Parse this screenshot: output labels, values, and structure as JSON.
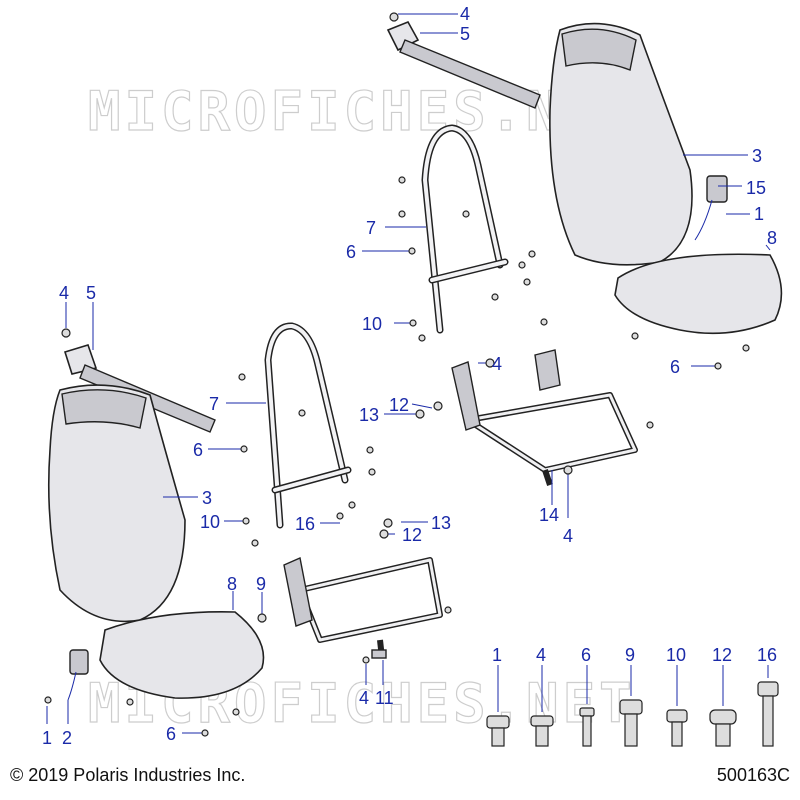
{
  "watermark": "MICROFICHES.NET",
  "footer": {
    "copyright": "© 2019 Polaris Industries Inc.",
    "drawing_number": "500163C"
  },
  "callouts": [
    {
      "id": "c-4-top",
      "label": "4"
    },
    {
      "id": "c-5-top",
      "label": "5"
    },
    {
      "id": "c-3-right",
      "label": "3"
    },
    {
      "id": "c-15",
      "label": "15"
    },
    {
      "id": "c-1-right",
      "label": "1"
    },
    {
      "id": "c-8-right",
      "label": "8"
    },
    {
      "id": "c-7-right",
      "label": "7"
    },
    {
      "id": "c-6-mid",
      "label": "6"
    },
    {
      "id": "c-6-right",
      "label": "6"
    },
    {
      "id": "c-10-right",
      "label": "10"
    },
    {
      "id": "c-4-mid",
      "label": "4"
    },
    {
      "id": "c-12-mid",
      "label": "12"
    },
    {
      "id": "c-13-mid",
      "label": "13"
    },
    {
      "id": "c-14",
      "label": "14"
    },
    {
      "id": "c-4-right",
      "label": "4"
    },
    {
      "id": "c-4-left",
      "label": "4"
    },
    {
      "id": "c-5-left",
      "label": "5"
    },
    {
      "id": "c-7-left",
      "label": "7"
    },
    {
      "id": "c-6-left",
      "label": "6"
    },
    {
      "id": "c-3-left",
      "label": "3"
    },
    {
      "id": "c-10-left",
      "label": "10"
    },
    {
      "id": "c-16",
      "label": "16"
    },
    {
      "id": "c-13-left",
      "label": "13"
    },
    {
      "id": "c-12-left",
      "label": "12"
    },
    {
      "id": "c-8-left",
      "label": "8"
    },
    {
      "id": "c-9",
      "label": "9"
    },
    {
      "id": "c-4-bottom",
      "label": "4"
    },
    {
      "id": "c-11",
      "label": "11"
    },
    {
      "id": "c-1-left",
      "label": "1"
    },
    {
      "id": "c-2",
      "label": "2"
    },
    {
      "id": "c-6-bottom",
      "label": "6"
    }
  ],
  "hardware_legend": [
    "1",
    "4",
    "6",
    "9",
    "10",
    "12",
    "16"
  ]
}
